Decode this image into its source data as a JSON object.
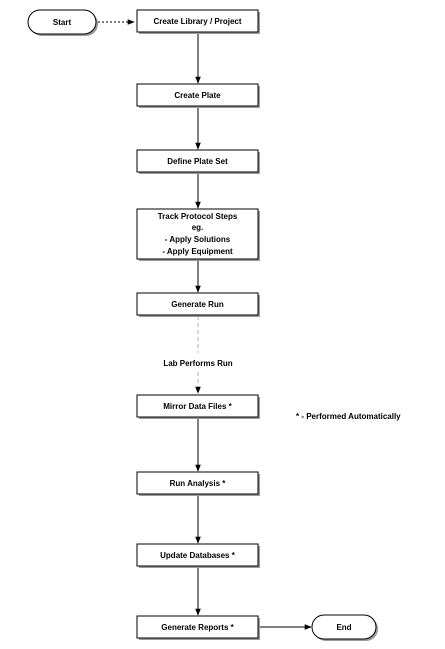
{
  "diagram": {
    "nodes": {
      "start": {
        "label": "Start",
        "shape": "terminal"
      },
      "create_library": {
        "label": "Create Library / Project",
        "shape": "process"
      },
      "create_plate": {
        "label": "Create Plate",
        "shape": "process"
      },
      "define_plate_set": {
        "label": "Define Plate Set",
        "shape": "process"
      },
      "track_protocol": {
        "lines": [
          "Track Protocol Steps",
          "eg.",
          "- Apply Solutions",
          "- Apply Equipment"
        ],
        "shape": "process"
      },
      "generate_run": {
        "label": "Generate Run",
        "shape": "process"
      },
      "mirror_data_files": {
        "label": "Mirror Data Files *",
        "shape": "process"
      },
      "run_analysis": {
        "label": "Run Analysis *",
        "shape": "process"
      },
      "update_databases": {
        "label": "Update Databases *",
        "shape": "process"
      },
      "generate_reports": {
        "label": "Generate Reports *",
        "shape": "process"
      },
      "end": {
        "label": "End",
        "shape": "terminal"
      }
    },
    "edges": [
      {
        "from": "start",
        "to": "create_library",
        "style": "dotted"
      },
      {
        "from": "create_library",
        "to": "create_plate",
        "style": "solid"
      },
      {
        "from": "create_plate",
        "to": "define_plate_set",
        "style": "solid"
      },
      {
        "from": "define_plate_set",
        "to": "track_protocol",
        "style": "solid"
      },
      {
        "from": "track_protocol",
        "to": "generate_run",
        "style": "solid"
      },
      {
        "from": "generate_run",
        "to": "mirror_data_files",
        "style": "dashed",
        "label": "Lab Performs Run"
      },
      {
        "from": "mirror_data_files",
        "to": "run_analysis",
        "style": "solid"
      },
      {
        "from": "run_analysis",
        "to": "update_databases",
        "style": "solid"
      },
      {
        "from": "update_databases",
        "to": "generate_reports",
        "style": "solid"
      },
      {
        "from": "generate_reports",
        "to": "end",
        "style": "solid"
      }
    ],
    "edge_labels": {
      "lab_performs_run": "Lab Performs Run"
    },
    "note": "* - Performed Automatically"
  }
}
